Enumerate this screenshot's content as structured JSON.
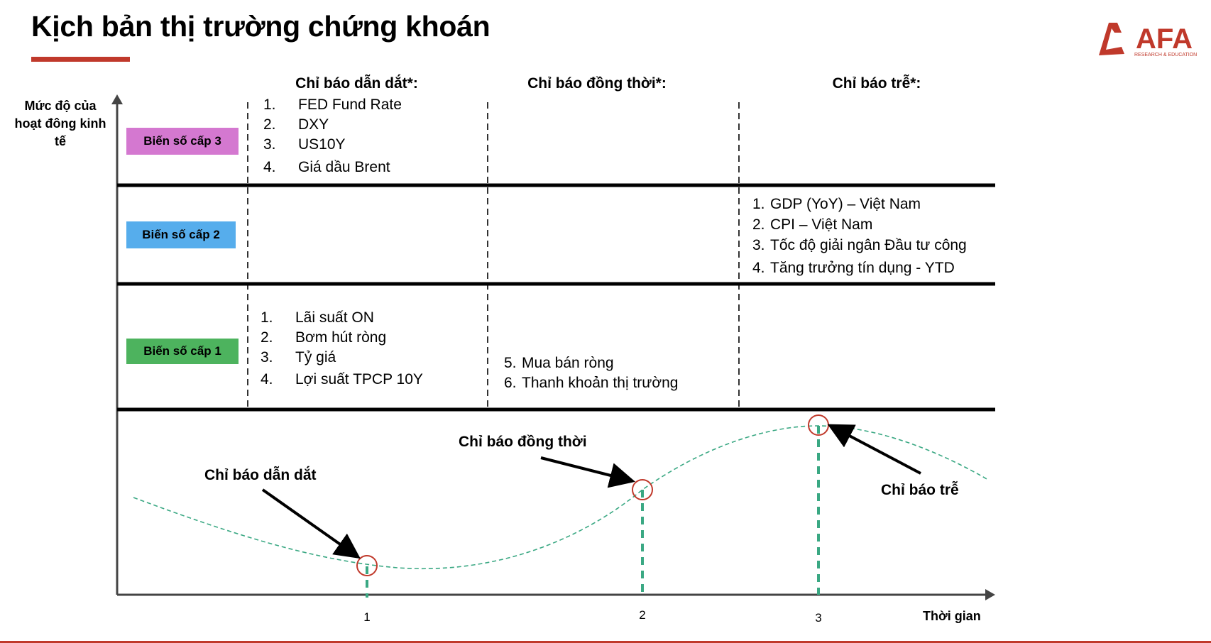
{
  "title": "Kịch bản thị trường chứng khoán",
  "logo": {
    "text": "AFA",
    "subtext": "RESEARCH & EDUCATION",
    "color": "#c0392b"
  },
  "y_axis_label": "Mức độ của hoạt đông kinh tế",
  "x_axis_label": "Thời gian",
  "column_headers": {
    "leading": "Chỉ báo dẫn dắt*:",
    "coincident": "Chỉ báo đồng thời*:",
    "lagging": "Chỉ báo trễ*:"
  },
  "rows": {
    "level3": {
      "label": "Biến số cấp 3",
      "color": "#d478d0",
      "leading": [
        {
          "num": "1.",
          "text": "FED Fund Rate"
        },
        {
          "num": "2.",
          "text": "DXY"
        },
        {
          "num": "3.",
          "text": "US10Y"
        },
        {
          "num": "4.",
          "text": "Giá dầu Brent"
        }
      ]
    },
    "level2": {
      "label": "Biến số cấp 2",
      "color": "#56adec",
      "lagging": [
        {
          "num": "1.",
          "text": "GDP (YoY) – Việt Nam"
        },
        {
          "num": "2.",
          "text": "CPI – Việt Nam"
        },
        {
          "num": "3.",
          "text": "Tốc độ giải ngân Đầu tư công"
        },
        {
          "num": "4.",
          "text": "Tăng trưởng tín dụng - YTD"
        }
      ]
    },
    "level1": {
      "label": "Biến số cấp 1",
      "color": "#4db35e",
      "leading": [
        {
          "num": "1.",
          "text": "Lãi suất ON"
        },
        {
          "num": "2.",
          "text": "Bơm hút ròng"
        },
        {
          "num": "3.",
          "text": "Tỷ giá"
        },
        {
          "num": "4.",
          "text": "Lợi suất TPCP 10Y"
        }
      ],
      "coincident": [
        {
          "num": "5.",
          "text": "Mua bán ròng"
        },
        {
          "num": "6.",
          "text": "Thanh khoản thị trường"
        }
      ]
    }
  },
  "curve_annotations": {
    "leading": "Chỉ báo dẫn dắt",
    "coincident": "Chỉ báo đồng thời",
    "lagging": "Chỉ báo trễ"
  },
  "x_ticks": [
    "1",
    "2",
    "3"
  ],
  "colors": {
    "curve": "#3aa883",
    "marker": "#c0392b",
    "accent": "#c0392b"
  }
}
